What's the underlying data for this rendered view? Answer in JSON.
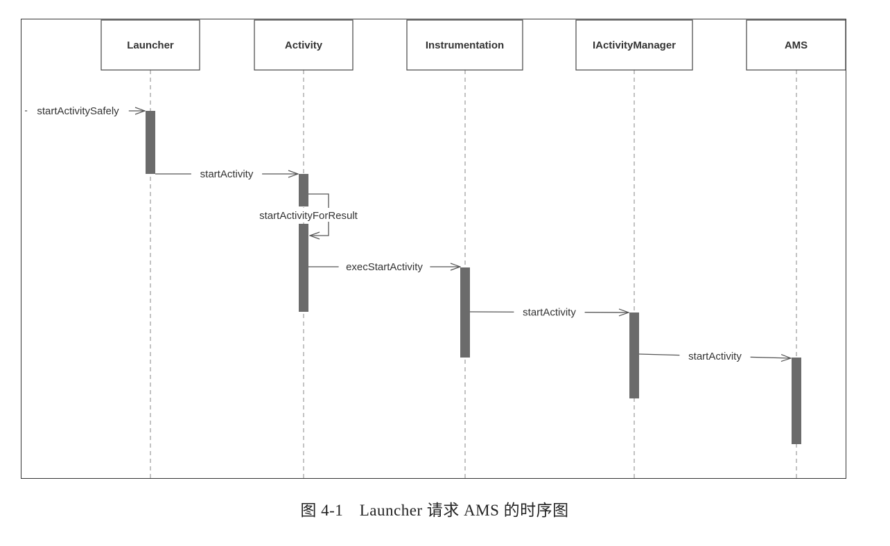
{
  "diagram": {
    "type": "sequence",
    "participants": [
      {
        "id": "launcher",
        "label": "Launcher"
      },
      {
        "id": "activity",
        "label": "Activity"
      },
      {
        "id": "instrumentation",
        "label": "Instrumentation"
      },
      {
        "id": "iactivitymanager",
        "label": "IActivityManager"
      },
      {
        "id": "ams",
        "label": "AMS"
      }
    ],
    "messages": [
      {
        "id": "m0",
        "from": "",
        "to": "launcher",
        "label": "startActivitySafely"
      },
      {
        "id": "m1",
        "from": "launcher",
        "to": "activity",
        "label": "startActivity"
      },
      {
        "id": "m2",
        "from": "activity",
        "to": "activity",
        "label": "startActivityForResult"
      },
      {
        "id": "m3",
        "from": "activity",
        "to": "instrumentation",
        "label": "execStartActivity"
      },
      {
        "id": "m4",
        "from": "instrumentation",
        "to": "iactivitymanager",
        "label": "startActivity"
      },
      {
        "id": "m5",
        "from": "iactivitymanager",
        "to": "ams",
        "label": "startActivity"
      }
    ],
    "colors": {
      "activation": "#6b6b6b",
      "lifeline": "#9a9a9a",
      "line": "#555555",
      "text": "#333333"
    }
  },
  "caption": "图 4-1　Launcher 请求 AMS 的时序图"
}
